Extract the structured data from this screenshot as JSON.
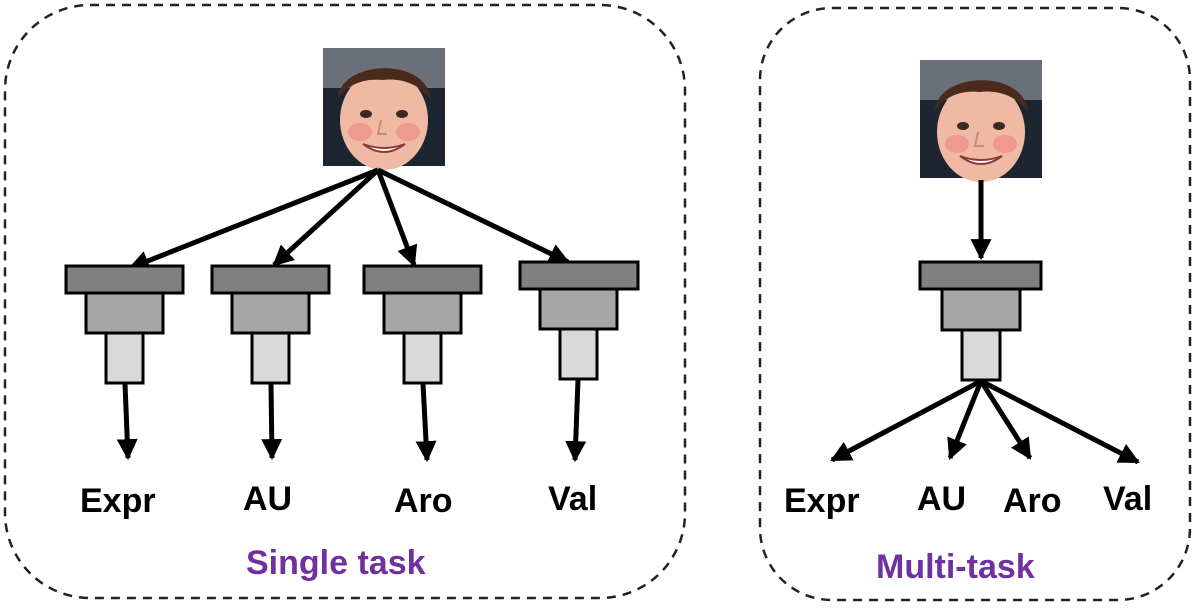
{
  "single_task": {
    "caption": "Single task",
    "outputs": [
      "Expr",
      "AU",
      "Aro",
      "Val"
    ]
  },
  "multi_task": {
    "caption": "Multi-task",
    "outputs": [
      "Expr",
      "AU",
      "Aro",
      "Val"
    ]
  },
  "colors": {
    "caption": "#7030a0",
    "block_top": "#808080",
    "block_mid": "#a6a6a6",
    "block_bottom": "#d9d9d9",
    "stroke": "#000000"
  },
  "icons": {
    "input_image": "child-face-photo"
  }
}
